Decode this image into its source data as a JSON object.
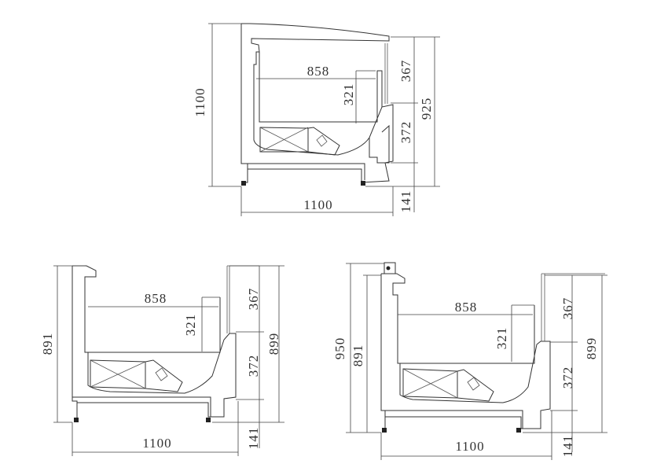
{
  "views": [
    {
      "name": "top",
      "total_height": "1100",
      "width": "1100",
      "inner_width": "858",
      "inner_depth": "321",
      "upper": "367",
      "middle": "372",
      "base": "141",
      "right_total": "925"
    },
    {
      "name": "bottom-left",
      "total_height": "891",
      "width": "1100",
      "inner_width": "858",
      "inner_depth": "321",
      "upper": "367",
      "middle": "372",
      "base": "141",
      "right_total": "899"
    },
    {
      "name": "bottom-right",
      "overall_height": "950",
      "total_height": "891",
      "width": "1100",
      "inner_width": "858",
      "inner_depth": "321",
      "upper": "367",
      "middle": "372",
      "base": "141",
      "right_total": "899"
    }
  ],
  "colors": {
    "line": "#333333",
    "background": "#ffffff"
  }
}
